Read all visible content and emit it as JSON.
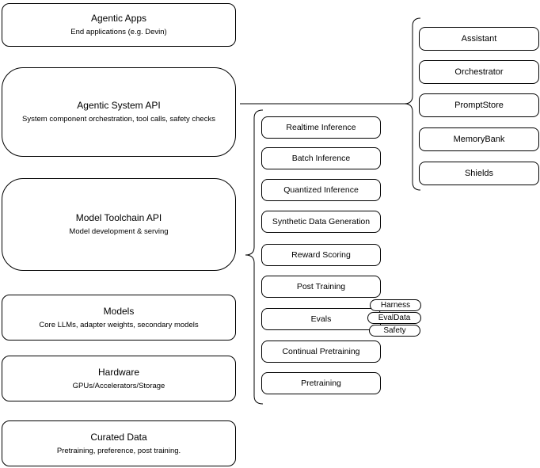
{
  "stack_layers": [
    {
      "title": "Agentic Apps",
      "subtitle": "End applications (e.g. Devin)"
    },
    {
      "title": "Agentic System API",
      "subtitle": "System component orchestration, tool calls, safety checks"
    },
    {
      "title": "Model Toolchain API",
      "subtitle": "Model development & serving"
    },
    {
      "title": "Models",
      "subtitle": "Core LLMs, adapter weights, secondary models"
    },
    {
      "title": "Hardware",
      "subtitle": "GPUs/Accelerators/Storage"
    },
    {
      "title": "Curated Data",
      "subtitle": "Pretraining, preference, post training."
    }
  ],
  "toolchain_capabilities": [
    "Realtime Inference",
    "Batch Inference",
    "Quantized Inference",
    "Synthetic Data Generation",
    "Reward Scoring",
    "Post Training",
    "Evals",
    "Continual Pretraining",
    "Pretraining"
  ],
  "eval_components": [
    "Harness",
    "EvalData",
    "Safety"
  ],
  "system_components": [
    "Assistant",
    "Orchestrator",
    "PromptStore",
    "MemoryBank",
    "Shields"
  ],
  "colors": {
    "background": "#ffffff",
    "node_fill": "#ffffff",
    "stroke": "#000000",
    "text": "#000000"
  }
}
